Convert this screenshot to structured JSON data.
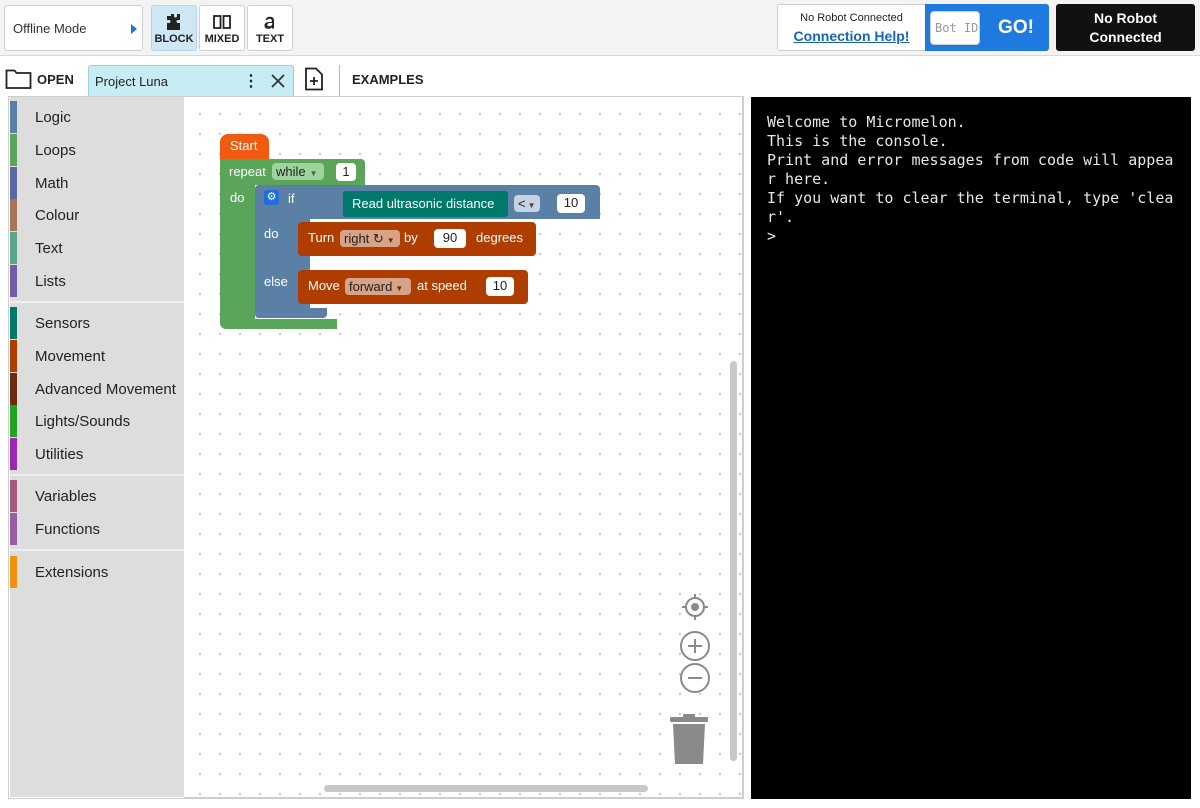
{
  "topbar": {
    "mode": "Offline Mode",
    "views": [
      {
        "label": "BLOCK",
        "active": true
      },
      {
        "label": "MIXED",
        "active": false
      },
      {
        "label": "TEXT",
        "active": false
      }
    ],
    "connection_status_small": "No Robot Connected",
    "connection_help": "Connection Help!",
    "bot_id_placeholder": "Bot ID",
    "go_label": "GO!",
    "robot_status": "No Robot Connected"
  },
  "tabbar": {
    "open_label": "OPEN",
    "project_name": "Project Luna",
    "examples_label": "EXAMPLES"
  },
  "toolbox": {
    "categories": [
      {
        "label": "Logic",
        "color": "#5b80a5"
      },
      {
        "label": "Loops",
        "color": "#5ba55b"
      },
      {
        "label": "Math",
        "color": "#5b67a5"
      },
      {
        "label": "Colour",
        "color": "#a5745b"
      },
      {
        "label": "Text",
        "color": "#5ba58c"
      },
      {
        "label": "Lists",
        "color": "#745ba5"
      },
      {
        "label": "Sensors",
        "color": "#00796b"
      },
      {
        "label": "Movement",
        "color": "#b03d00"
      },
      {
        "label": "Advanced Movement",
        "color": "#6d2a12"
      },
      {
        "label": "Lights/Sounds",
        "color": "#21a321"
      },
      {
        "label": "Utilities",
        "color": "#9c27b0"
      },
      {
        "label": "Variables",
        "color": "#a55b80"
      },
      {
        "label": "Functions",
        "color": "#995ba5"
      },
      {
        "label": "Extensions",
        "color": "#f4900c"
      }
    ]
  },
  "blocks": {
    "start": "Start",
    "repeat": "repeat",
    "while": "while",
    "repeat_count": "1",
    "do": "do",
    "if": "if",
    "sensor": "Read ultrasonic distance",
    "operator": "<",
    "compare_value": "10",
    "turn": "Turn",
    "turn_dir": "right ↻",
    "by": "by",
    "turn_amount": "90",
    "degrees": "degrees",
    "else": "else",
    "move": "Move",
    "move_dir": "forward",
    "at_speed": "at speed",
    "speed": "10"
  },
  "console": {
    "lines": [
      "Welcome to Micromelon.",
      "This is the console.",
      "Print and error messages from code will appear here.",
      "If you want to clear the terminal, type 'clear'.",
      ">"
    ]
  }
}
